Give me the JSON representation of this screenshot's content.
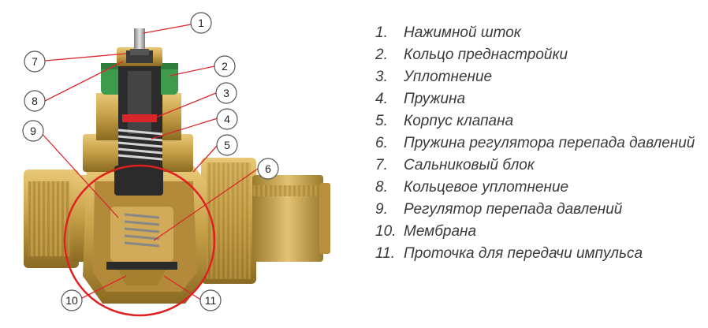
{
  "callouts": [
    "1",
    "2",
    "3",
    "4",
    "5",
    "6",
    "7",
    "8",
    "9",
    "10",
    "11"
  ],
  "legend": [
    {
      "num": "1.",
      "text": "Нажимной шток"
    },
    {
      "num": "2.",
      "text": "Кольцо преднастройки"
    },
    {
      "num": "3.",
      "text": "Уплотнение"
    },
    {
      "num": "4.",
      "text": "Пружина"
    },
    {
      "num": "5.",
      "text": "Корпус клапана"
    },
    {
      "num": "6.",
      "text": "Пружина регулятора перепада давлений"
    },
    {
      "num": "7.",
      "text": "Сальниковый блок"
    },
    {
      "num": "8.",
      "text": "Кольцевое уплотнение"
    },
    {
      "num": "9.",
      "text": "Регулятор перепада давлений"
    },
    {
      "num": "10.",
      "text": "Мембрана"
    },
    {
      "num": "11.",
      "text": "Проточка для передачи импульса"
    }
  ],
  "colors": {
    "brass": "#c9a24a",
    "brass_dark": "#8a6a22",
    "green_ring": "#3e9a4c",
    "leader_red": "#d9262b",
    "highlight_circle": "#e02020",
    "inner_dark": "#2b2b2b"
  }
}
